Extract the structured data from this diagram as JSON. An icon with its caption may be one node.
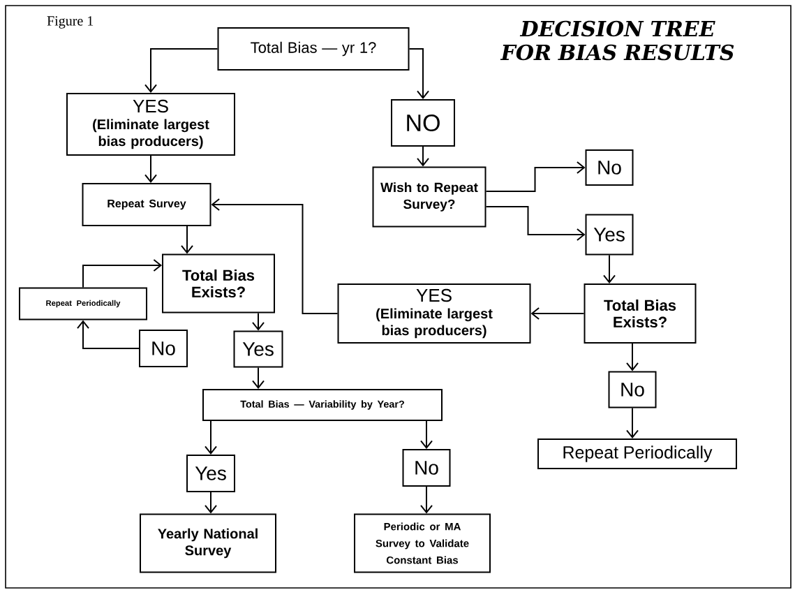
{
  "diagram": {
    "title": "DECISION TREE FOR BIAS RESULTS",
    "nodes": [
      {
        "text": [
          "Total Bias — yr 1?"
        ]
      },
      {
        "text": [
          "YES",
          "(Eliminate largest bias producers)"
        ]
      },
      {
        "text": [
          "NO"
        ]
      },
      {
        "text": [
          "Repeat Survey"
        ]
      },
      {
        "text": [
          "Wish to Repeat Survey?"
        ]
      },
      {
        "text": [
          "No"
        ]
      },
      {
        "text": [
          "Yes"
        ]
      },
      {
        "text": [
          "Total Bias Exists?"
        ]
      },
      {
        "text": [
          "Repeat Periodically"
        ]
      },
      {
        "text": [
          "YES",
          "(Eliminate largest bias producers)"
        ]
      },
      {
        "text": [
          "Total Bias Exists?"
        ]
      },
      {
        "text": [
          "No"
        ]
      },
      {
        "text": [
          "Yes"
        ]
      },
      {
        "text": [
          "Total Bias — Variability by Year?"
        ]
      },
      {
        "text": [
          "No"
        ]
      },
      {
        "text": [
          "Yes"
        ]
      },
      {
        "text": [
          "No"
        ]
      },
      {
        "text": [
          "Repeat Periodically"
        ]
      },
      {
        "text": [
          "Yearly National Survey"
        ]
      },
      {
        "text": [
          "Periodic or MA Survey to Validate Constant Bias"
        ]
      }
    ],
    "edges": [
      {
        "from": 0,
        "to": 1,
        "arrow": "to"
      },
      {
        "from": 0,
        "to": 2,
        "arrow": "to"
      },
      {
        "from": 1,
        "to": 3,
        "arrow": "to"
      },
      {
        "from": 2,
        "to": 4,
        "arrow": "to"
      },
      {
        "from": 4,
        "to": 5,
        "arrow": "to"
      },
      {
        "from": 4,
        "to": 6,
        "arrow": "to"
      },
      {
        "from": 6,
        "to": 10,
        "arrow": "to"
      },
      {
        "from": 10,
        "to": 9,
        "arrow": "to"
      },
      {
        "from": 9,
        "to": 3,
        "arrow": "to"
      },
      {
        "from": 3,
        "to": 7,
        "arrow": "to"
      },
      {
        "from": 11,
        "to": 8,
        "arrow": "to"
      },
      {
        "from": 8,
        "to": 7,
        "arrow": "to"
      },
      {
        "from": 7,
        "to": 12,
        "arrow": "to"
      },
      {
        "from": 12,
        "to": 13,
        "arrow": "to"
      },
      {
        "from": 13,
        "to": 15,
        "arrow": "to"
      },
      {
        "from": 13,
        "to": 16,
        "arrow": "to"
      },
      {
        "from": 15,
        "to": 18,
        "arrow": "to"
      },
      {
        "from": 16,
        "to": 19,
        "arrow": "to"
      },
      {
        "from": 10,
        "to": 14,
        "arrow": "to"
      },
      {
        "from": 14,
        "to": 17,
        "arrow": "to"
      }
    ],
    "labels": [
      "Figure 1"
    ]
  }
}
